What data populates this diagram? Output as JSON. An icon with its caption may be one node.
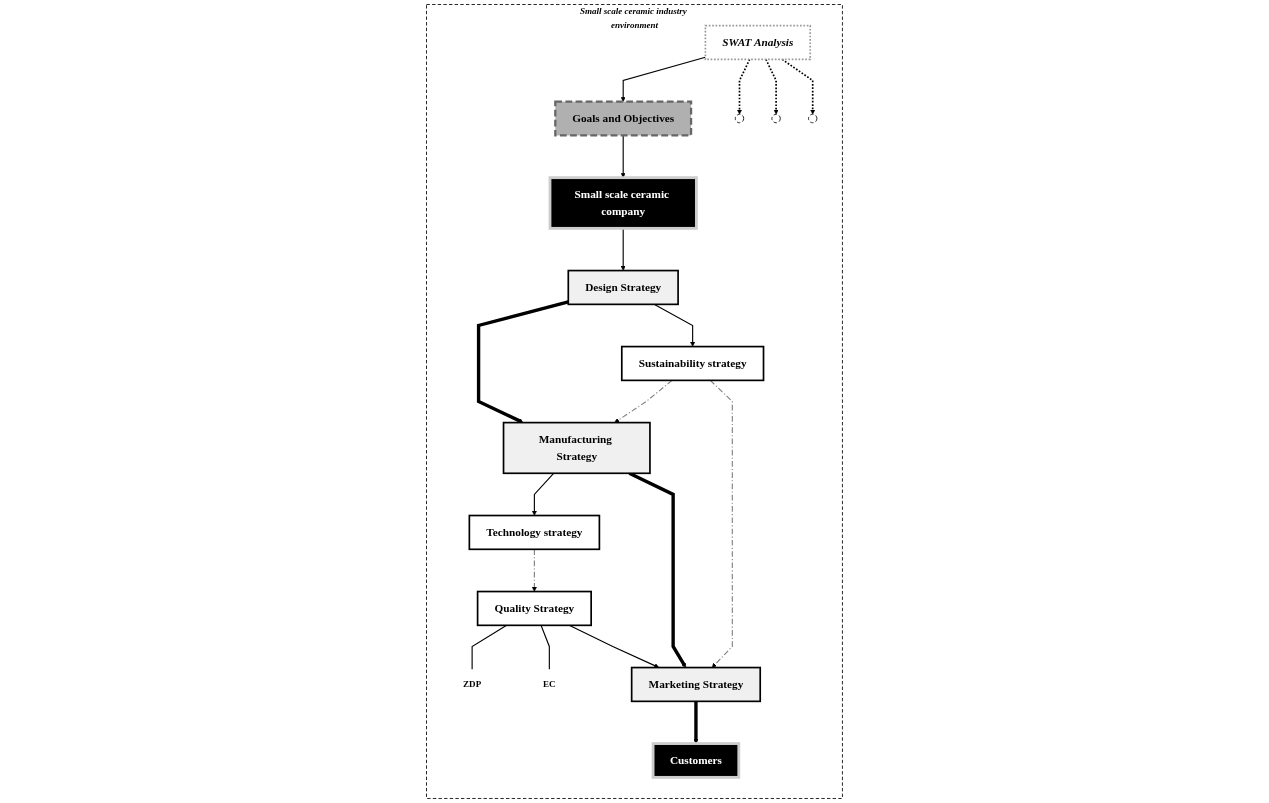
{
  "diagram": {
    "nodes": [
      {
        "text": [
          "Small scale ceramic industry environment"
        ]
      },
      {
        "text": [
          "Goals and Objectives"
        ],
        "in": 0
      },
      {
        "text": [
          "Small scale ceramic company"
        ],
        "in": 0
      },
      {
        "text": [
          "SWAT Analysis"
        ],
        "in": 0
      },
      {
        "text": [
          "ZDP"
        ],
        "in": 0
      },
      {
        "text": [
          "EC"
        ],
        "in": 0
      },
      {
        "text": [],
        "shape": "circle",
        "in": 0
      },
      {
        "text": [
          "Design Strategy"
        ],
        "in": 0
      },
      {
        "text": [
          "Manufacturing Strategy"
        ],
        "in": 0
      },
      {
        "text": [
          "Quality Strategy"
        ],
        "in": 0
      },
      {
        "text": [],
        "shape": "circle",
        "in": 0
      },
      {
        "text": [],
        "shape": "circle",
        "in": 0
      },
      {
        "text": [
          "Sustainability strategy"
        ],
        "in": 0
      },
      {
        "text": [
          "Technology strategy"
        ],
        "in": 0
      },
      {
        "text": [
          "Marketing Strategy"
        ],
        "in": 0
      },
      {
        "text": [
          "Customers"
        ],
        "in": 0
      }
    ],
    "edges": [
      {
        "from": 1,
        "to": 2,
        "arrow": "to"
      },
      {
        "from": 3,
        "to": 1,
        "arrow": "to"
      },
      {
        "from": 3,
        "to": 6,
        "arrow": "to",
        "style": "dashed"
      },
      {
        "from": 3,
        "to": 10,
        "arrow": "to",
        "style": "dashed"
      },
      {
        "from": 3,
        "to": 11,
        "arrow": "to",
        "style": "dashed"
      },
      {
        "from": 9,
        "to": 4,
        "arrow": "none"
      },
      {
        "from": 9,
        "to": 5,
        "arrow": "none"
      },
      {
        "from": 2,
        "to": 7,
        "arrow": "to"
      },
      {
        "from": 7,
        "to": 8,
        "arrow": "to",
        "style": "thick"
      },
      {
        "from": 7,
        "to": 12,
        "arrow": "to"
      },
      {
        "from": 8,
        "to": 13,
        "arrow": "to"
      },
      {
        "from": 8,
        "to": 14,
        "arrow": "to",
        "style": "thick"
      },
      {
        "from": 9,
        "to": 14,
        "arrow": "to"
      },
      {
        "from": 14,
        "to": 15,
        "arrow": "to",
        "style": "thick"
      },
      {
        "from": 12,
        "to": 8,
        "arrow": "to",
        "style": "dashed",
        "color": "#808080"
      },
      {
        "from": 13,
        "to": 9,
        "arrow": "to",
        "style": "dashed",
        "color": "#808080"
      },
      {
        "from": 12,
        "to": 14,
        "arrow": "to",
        "style": "dashed",
        "color": "#808080"
      }
    ]
  }
}
